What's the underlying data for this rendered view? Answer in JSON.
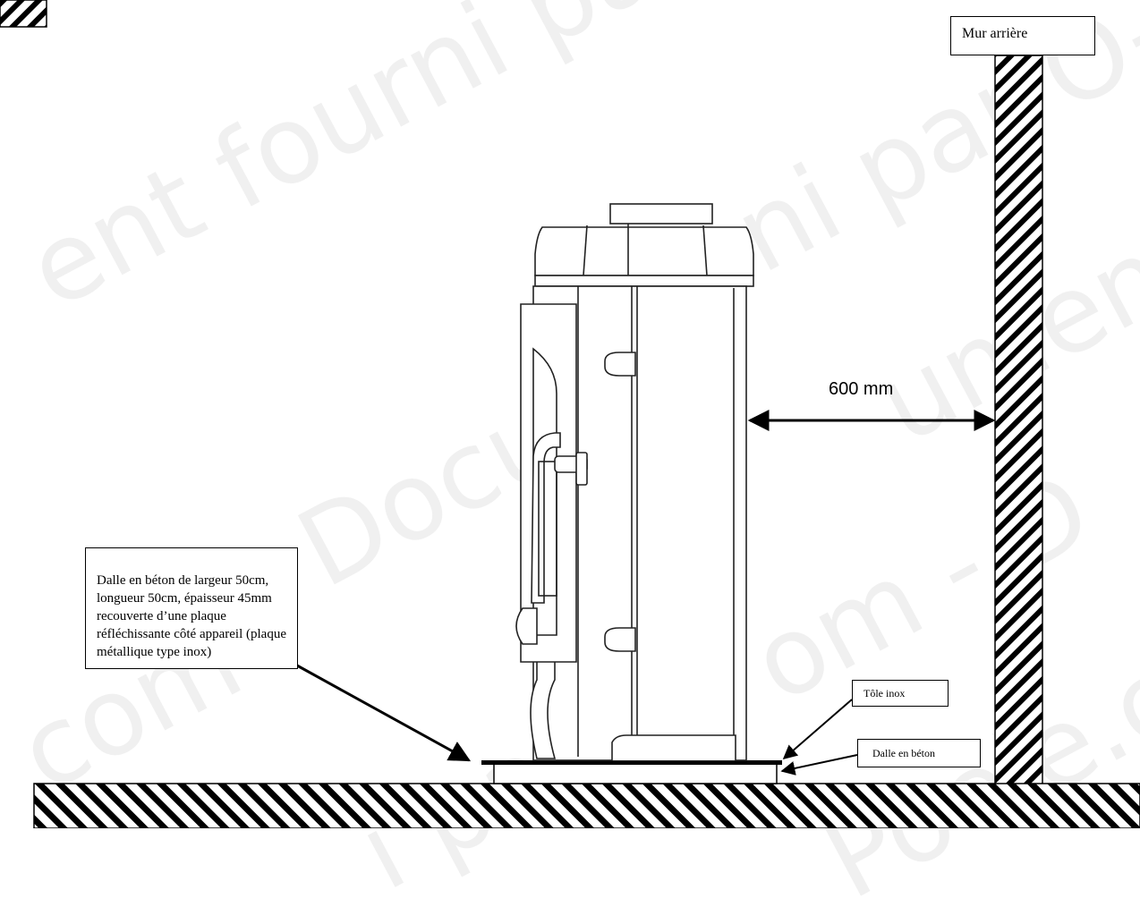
{
  "labels": {
    "rear_wall": "Mur arrière",
    "concrete_slab_description": "Dalle en béton de largeur 50cm, longueur 50cm, épaisseur 45mm recouverte d’une plaque réfléchissante côté appareil (plaque métallique type inox)",
    "stainless_sheet": "Tôle inox",
    "concrete_slab": "Dalle en béton",
    "clearance_dimension": "600 mm"
  },
  "watermark": [
    "ent fourni par O-",
    "ni par O-",
    "- Docume",
    "com -",
    "om - D",
    "i par O-",
    "ument",
    "Poele.co"
  ],
  "colors": {
    "line": "#000000",
    "background": "#ffffff"
  }
}
